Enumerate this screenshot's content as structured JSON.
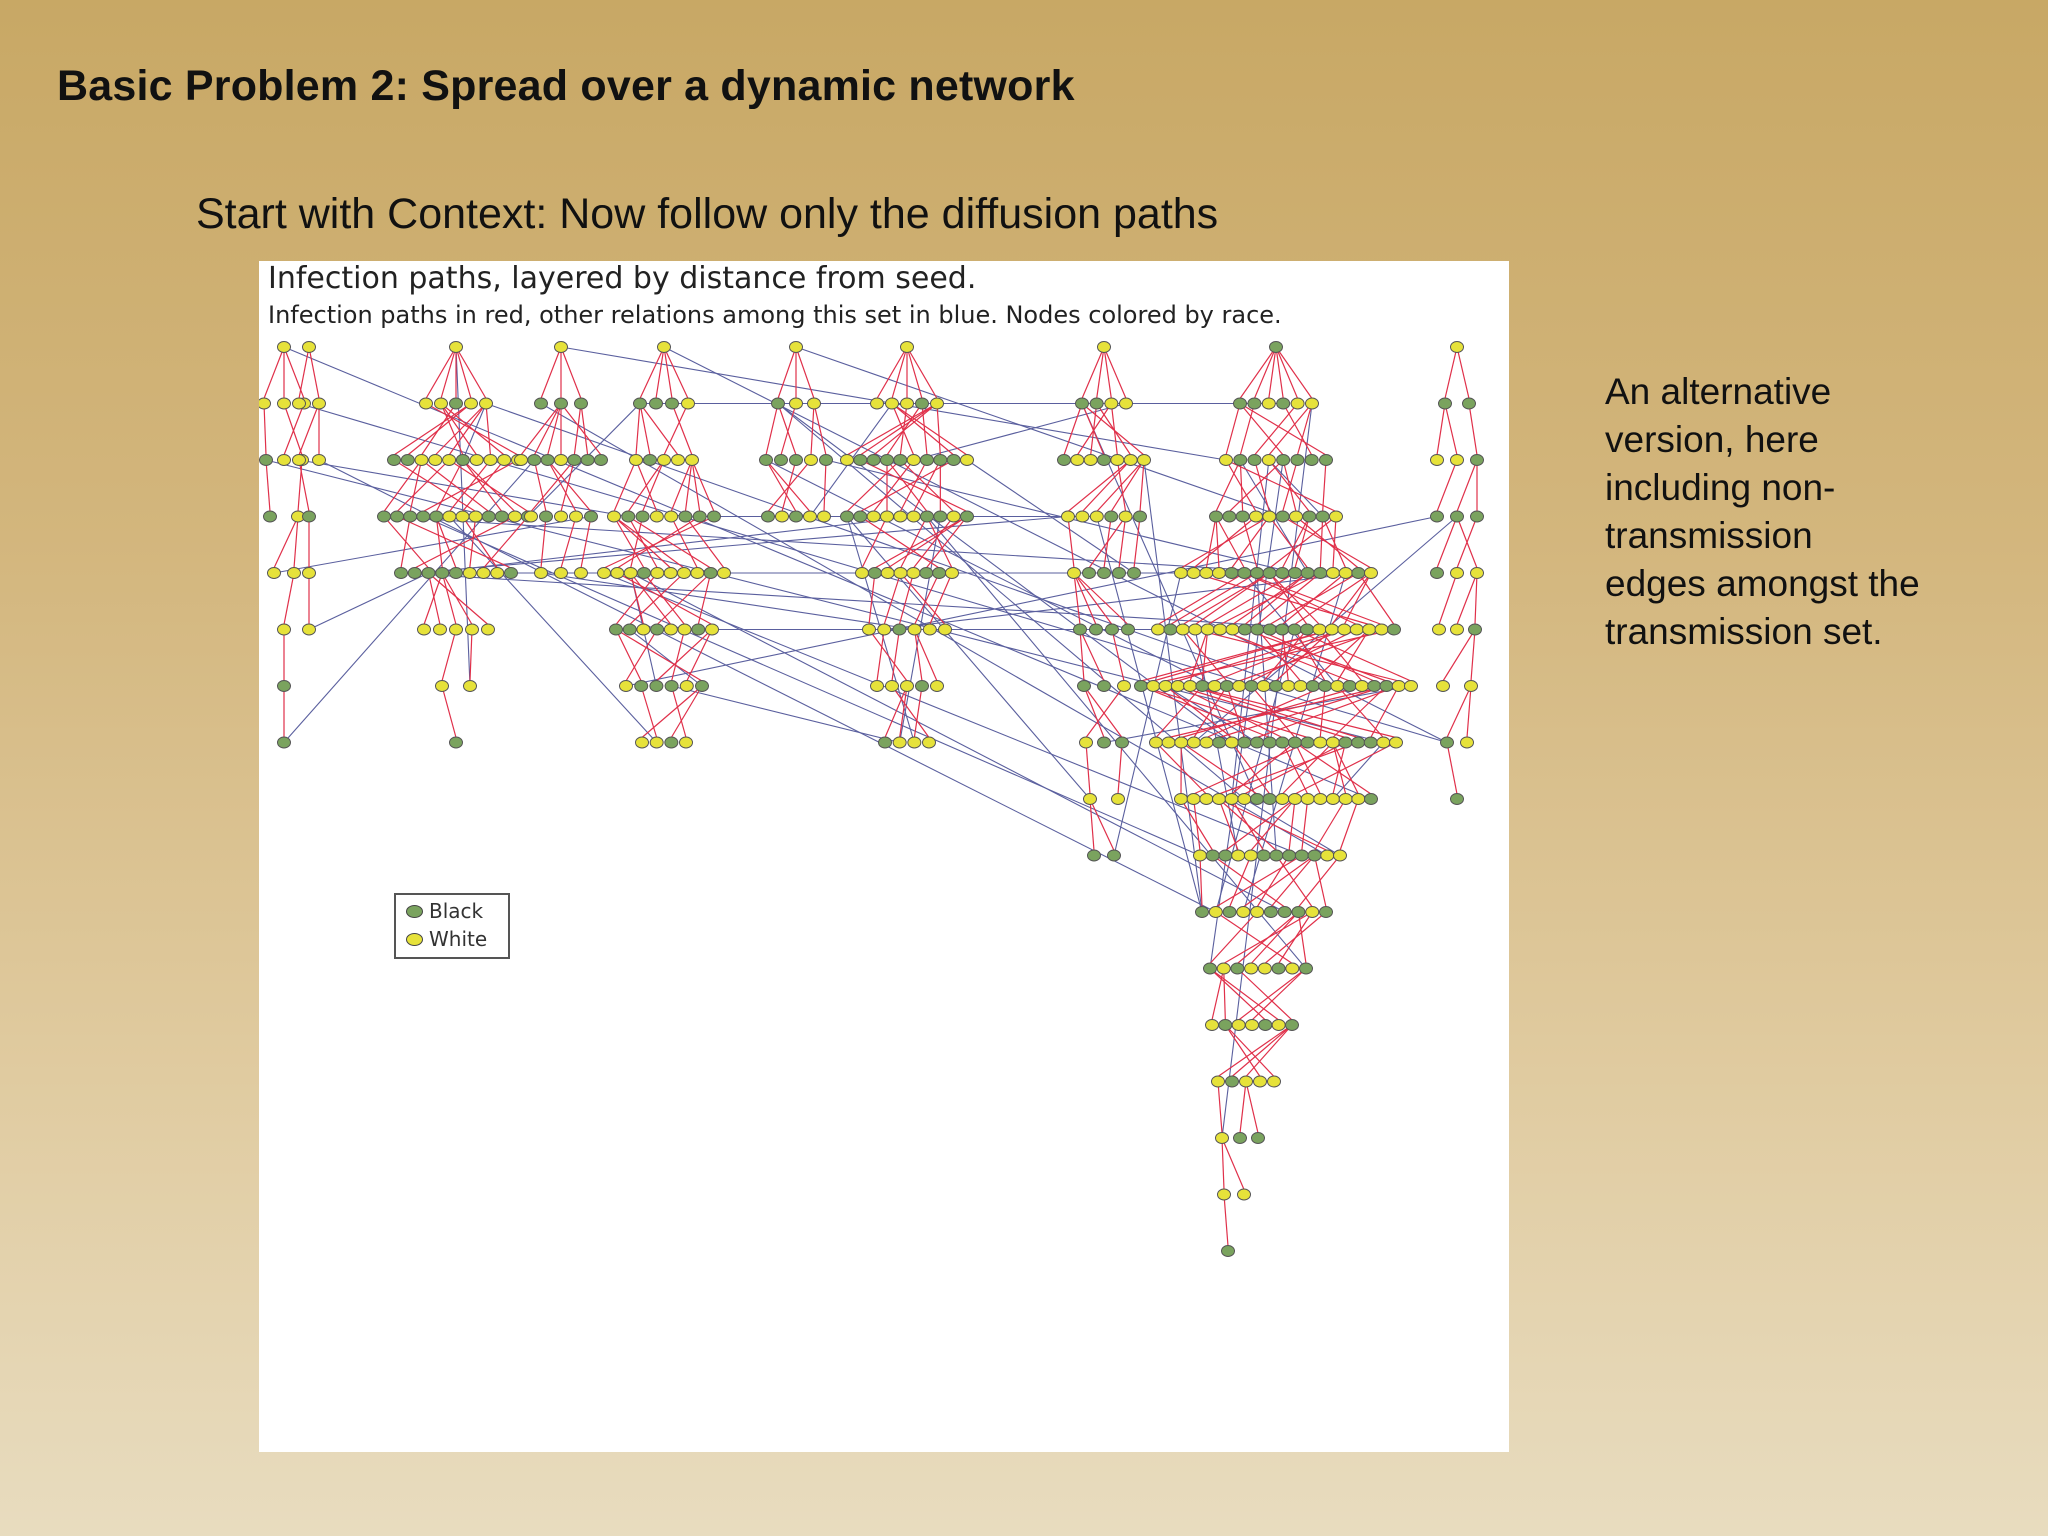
{
  "slide": {
    "title": "Basic Problem 2: Spread over a dynamic network",
    "subtitle": "Start with Context:  Now follow only the diffusion paths"
  },
  "figure": {
    "title": "Infection paths, layered by distance from seed.",
    "subtitle": "Infection paths in red, other relations among this set in blue.  Nodes colored by race."
  },
  "legend": {
    "items": [
      {
        "label": "Black",
        "color": "#7aa35e"
      },
      {
        "label": "White",
        "color": "#e6e23a"
      }
    ]
  },
  "side_note": {
    "lines": [
      "An alternative",
      "version, here",
      "including non-",
      "transmission",
      "edges amongst the",
      "transmission set."
    ]
  },
  "colors": {
    "infection_edge": "#e0304a",
    "other_edge": "#5a5f9e",
    "node_stroke": "#555555"
  }
}
